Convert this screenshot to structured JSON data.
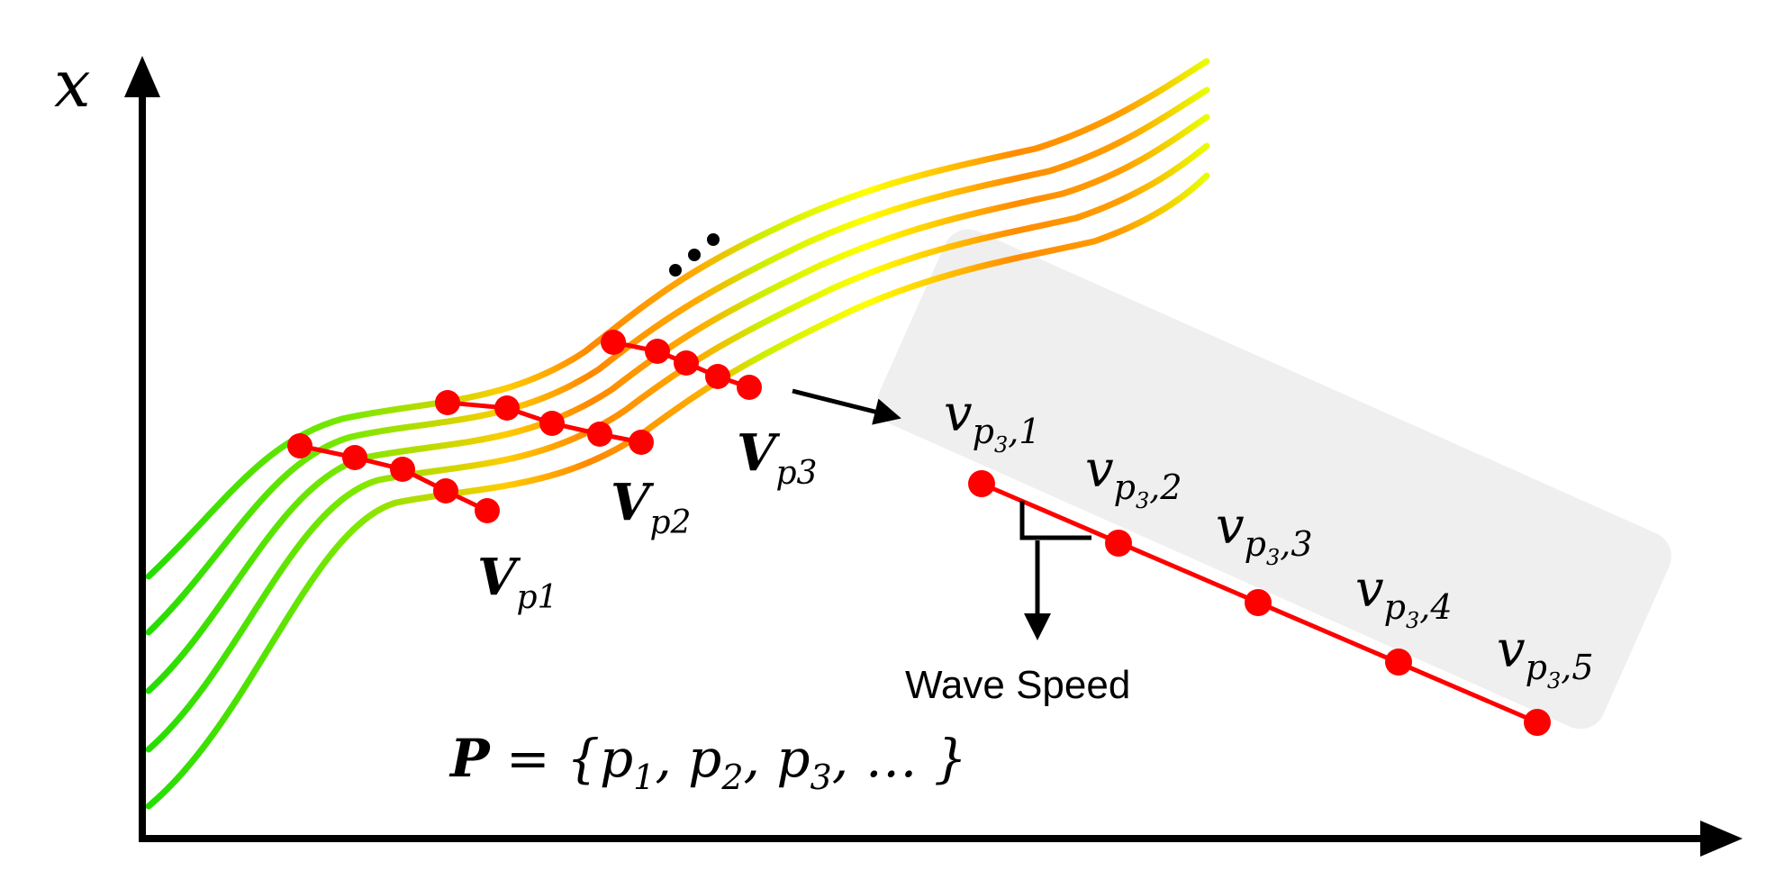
{
  "axes": {
    "y_label": "x"
  },
  "ellipsis_label": "…",
  "groups": [
    {
      "label_main": "V",
      "label_sub": "p1",
      "points": 5
    },
    {
      "label_main": "V",
      "label_sub": "p2",
      "points": 5
    },
    {
      "label_main": "V",
      "label_sub": "p3",
      "points": 5
    }
  ],
  "zoom_panel": {
    "points": [
      {
        "main": "v",
        "sub_p": "p",
        "sub_idx": "3",
        "sub_k": ",1"
      },
      {
        "main": "v",
        "sub_p": "p",
        "sub_idx": "3",
        "sub_k": ",2"
      },
      {
        "main": "v",
        "sub_p": "p",
        "sub_idx": "3",
        "sub_k": ",3"
      },
      {
        "main": "v",
        "sub_p": "p",
        "sub_idx": "3",
        "sub_k": ",4"
      },
      {
        "main": "v",
        "sub_p": "p",
        "sub_idx": "3",
        "sub_k": ",5"
      }
    ],
    "annotation": "Wave Speed"
  },
  "set_label": {
    "lhs": "P",
    "rhs": " = {p",
    "s1": "1",
    "m1": ", p",
    "s2": "2",
    "m2": ", p",
    "s3": "3",
    "tail": ", … }"
  },
  "colors": {
    "axis": "#000000",
    "point": "#ff0000",
    "panel": "#efefef",
    "green": "#22dd00",
    "yellow": "#ffff00",
    "orange": "#ff7a00"
  }
}
